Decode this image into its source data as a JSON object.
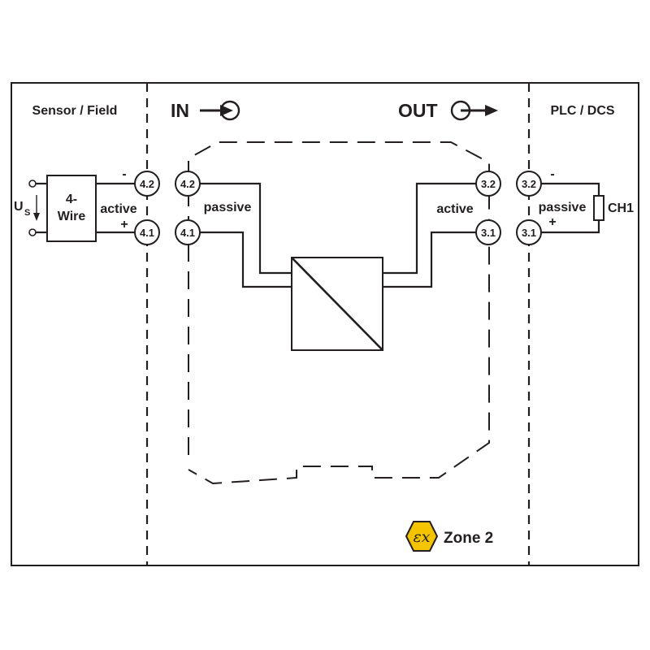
{
  "colors": {
    "line": "#231f20",
    "ex_fill": "#f5c400",
    "background": "#ffffff"
  },
  "zones": {
    "left": "Sensor / Field",
    "right": "PLC / DCS"
  },
  "io": {
    "in_label": "IN",
    "out_label": "OUT"
  },
  "sensor": {
    "box_line1": "4-",
    "box_line2": "Wire",
    "mode": "active",
    "minus": "-",
    "plus": "+",
    "us_main": "U",
    "us_sub": "S"
  },
  "module": {
    "in_mode": "passive",
    "out_mode": "active"
  },
  "plc": {
    "mode": "passive",
    "minus": "-",
    "plus": "+",
    "load": "CH1"
  },
  "terminals": {
    "field_top": "4.2",
    "field_bottom": "4.1",
    "in_top": "4.2",
    "in_bottom": "4.1",
    "out_top": "3.2",
    "out_bottom": "3.1",
    "plc_top": "3.2",
    "plc_bottom": "3.1"
  },
  "zone_marker": {
    "ex_icon": "ex-hexagon-icon",
    "label": "Zone 2"
  }
}
